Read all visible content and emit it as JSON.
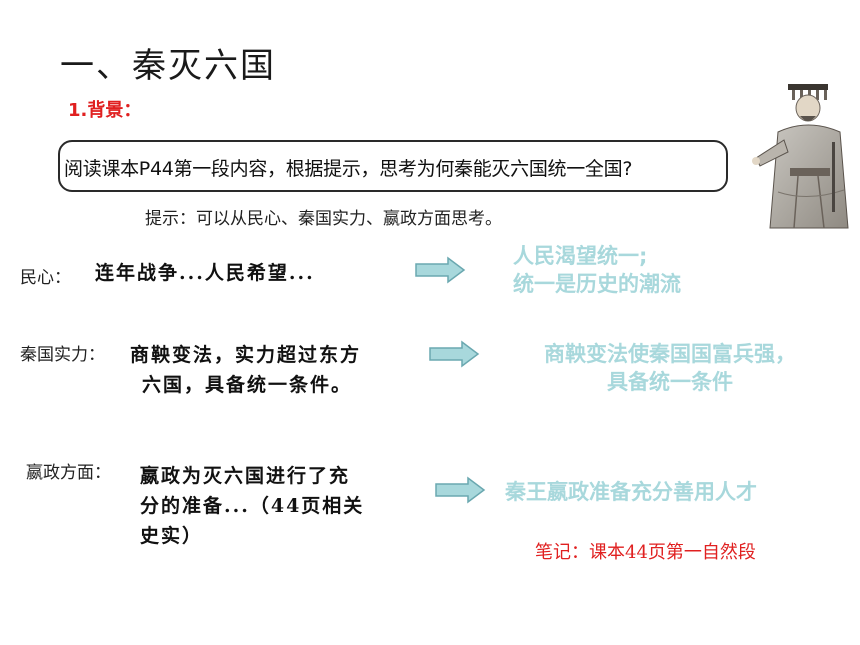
{
  "title": "一、秦灭六国",
  "section": "1.背景：",
  "prompt": "阅读课本P44第一段内容，根据提示，思考为何秦能灭六国统一全国?",
  "hint": "提示：可以从民心、秦国实力、嬴政方面思考。",
  "rows": [
    {
      "label": "民心：",
      "content": "连年战争...人民希望...",
      "result": [
        "人民渴望统一;",
        "统一是历史的潮流"
      ]
    },
    {
      "label": "秦国实力：",
      "content": [
        "商鞅变法，实力超过东方",
        "六国，具备统一条件。"
      ],
      "result": [
        "商鞅变法使秦国国富兵强，",
        "具备统一条件"
      ]
    },
    {
      "label": "嬴政方面：",
      "content": [
        "嬴政为灭六国进行了充",
        "分的准备...（44页相关",
        "史实）"
      ],
      "result": [
        "秦王嬴政准备充分善用人才"
      ]
    }
  ],
  "note": "笔记：课本44页第一自然段",
  "colors": {
    "accent_red": "#e02020",
    "result_text": "#a8d8dc",
    "arrow_fill": "#a8d8dc",
    "arrow_stroke": "#6aa8b0"
  },
  "icons": {
    "portrait": "qin-shi-huang-portrait",
    "arrow": "right-arrow-icon"
  }
}
